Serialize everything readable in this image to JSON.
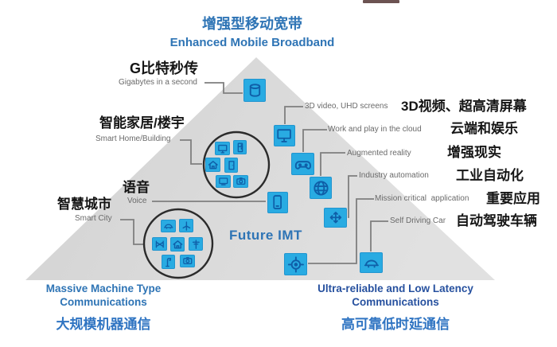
{
  "header": {
    "title_zh": "增强型移动宽带",
    "title_en": "Enhanced Mobile Broadband"
  },
  "triangle": {
    "center_label": "Future IMT"
  },
  "left_annotations": [
    {
      "zh": "G比特秒传",
      "en": "Gigabytes in a second",
      "target_icon": "database-icon"
    },
    {
      "zh": "智能家居/楼宇",
      "en": "Smart Home/Building",
      "target": "smart-home-cluster"
    },
    {
      "zh": "语音",
      "en": "Voice",
      "target_icon": "smartphone-icon"
    },
    {
      "zh": "智慧城市",
      "en": "Smart City",
      "target": "smart-city-cluster"
    }
  ],
  "right_annotations": [
    {
      "en": "3D video, UHD screens",
      "zh": "3D视频、超高清屏幕",
      "target_icon": "monitor-icon"
    },
    {
      "en": "Work and play in the cloud",
      "zh": "云端和娱乐",
      "target_icon": "game-controller-icon"
    },
    {
      "en": "Augmented reality",
      "zh": "增强现实",
      "target_icon": "globe-icon"
    },
    {
      "en": "Industry automation",
      "zh": "工业自动化",
      "target_icon": "drone-icon"
    },
    {
      "en": "Mission critical  application",
      "zh": "重要应用",
      "target_icon": "crosshair-icon"
    },
    {
      "en": "Self Driving Car",
      "zh": "自动驾驶车辆",
      "target_icon": "car-icon"
    }
  ],
  "bottom_left": {
    "en_line1": "Massive Machine Type",
    "en_line2": "Communications",
    "zh": "大规模机器通信"
  },
  "bottom_right": {
    "en_line1": "Ultra-reliable  and Low Latency",
    "en_line2": "Communications",
    "zh": "高可靠低时延通信"
  },
  "clusters": {
    "smart_home_icons": [
      "monitor-icon",
      "fridge-icon",
      "home-icon",
      "door-icon",
      "tv-icon",
      "camera-icon"
    ],
    "smart_city_icons": [
      "car-icon",
      "wind-turbine-icon",
      "bridge-icon",
      "home-icon",
      "utility-pole-icon",
      "street-lamp-icon",
      "camera-icon"
    ]
  },
  "colors": {
    "accent_blue": "#2E74B5",
    "navy_blue": "#27519F",
    "bright_blue": "#2F74C2",
    "icon_bg": "#29ABE2",
    "icon_glyph": "#0F5FA8",
    "triangle_gray": "#D8D8D8",
    "line_gray": "#7F7F7F",
    "label_gray": "#6A6A6A"
  }
}
